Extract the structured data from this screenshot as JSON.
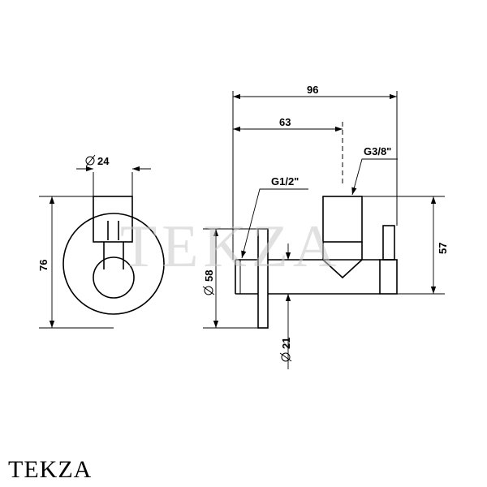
{
  "watermark": "TEKZA",
  "brand": "TEKZA",
  "dimensions": {
    "total_length": "96",
    "inlet_to_outlet": "63",
    "outlet_thread": "G3/8\"",
    "inlet_thread": "G1/2\"",
    "height_total": "57",
    "rosette_diameter": "58",
    "body_diameter": "21",
    "front_height": "76",
    "handle_diameter": "24"
  }
}
